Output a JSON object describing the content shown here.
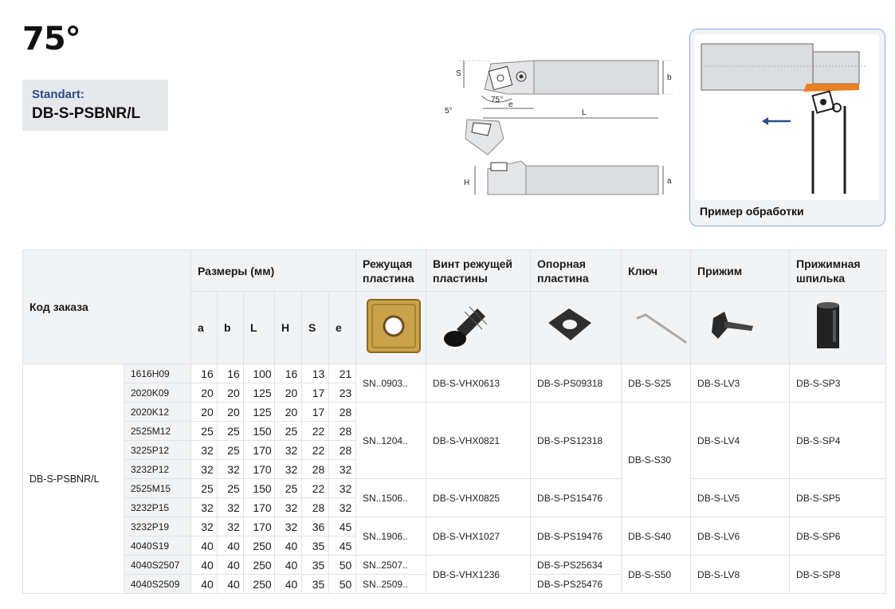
{
  "title": "75°",
  "standart": {
    "label": "Standart:",
    "code": "DB-S-PSBNR/L"
  },
  "drawing": {
    "S": "S",
    "b": "b",
    "e": "e",
    "L": "L",
    "H": "H",
    "a": "a",
    "angle75": "75°",
    "angle5": "5°"
  },
  "example": {
    "caption": "Пример обработки"
  },
  "table": {
    "order_code_header": "Код заказа",
    "dimensions_header": "Размеры (мм)",
    "dim_cols": [
      "a",
      "b",
      "L",
      "H",
      "S",
      "e"
    ],
    "col_headers": {
      "insert": "Режущая пластина",
      "screw": "Винт режущей пластины",
      "shim": "Опорная пластина",
      "key": "Ключ",
      "clamp": "Прижим",
      "pin": "Прижимная шпилька"
    },
    "main_code": "DB-S-PSBNR/L",
    "rows": [
      {
        "code": "1616H09",
        "a": "16",
        "b": "16",
        "L": "100",
        "H": "16",
        "S": "13",
        "e": "21"
      },
      {
        "code": "2020K09",
        "a": "20",
        "b": "20",
        "L": "125",
        "H": "20",
        "S": "17",
        "e": "23"
      },
      {
        "code": "2020K12",
        "a": "20",
        "b": "20",
        "L": "125",
        "H": "20",
        "S": "17",
        "e": "28"
      },
      {
        "code": "2525M12",
        "a": "25",
        "b": "25",
        "L": "150",
        "H": "25",
        "S": "22",
        "e": "28"
      },
      {
        "code": "3225P12",
        "a": "32",
        "b": "25",
        "L": "170",
        "H": "32",
        "S": "22",
        "e": "28"
      },
      {
        "code": "3232P12",
        "a": "32",
        "b": "32",
        "L": "170",
        "H": "32",
        "S": "28",
        "e": "32"
      },
      {
        "code": "2525M15",
        "a": "25",
        "b": "25",
        "L": "150",
        "H": "25",
        "S": "22",
        "e": "32"
      },
      {
        "code": "3232P15",
        "a": "32",
        "b": "32",
        "L": "170",
        "H": "32",
        "S": "28",
        "e": "32"
      },
      {
        "code": "3232P19",
        "a": "32",
        "b": "32",
        "L": "170",
        "H": "32",
        "S": "36",
        "e": "45"
      },
      {
        "code": "4040S19",
        "a": "40",
        "b": "40",
        "L": "250",
        "H": "40",
        "S": "35",
        "e": "45"
      },
      {
        "code": "4040S2507",
        "a": "40",
        "b": "40",
        "L": "250",
        "H": "40",
        "S": "35",
        "e": "50"
      },
      {
        "code": "4040S2509",
        "a": "40",
        "b": "40",
        "L": "250",
        "H": "40",
        "S": "35",
        "e": "50"
      }
    ],
    "inserts": [
      "SN..0903..",
      "SN..1204..",
      "SN..1506..",
      "SN..1906..",
      "SN..2507..",
      "SN..2509.."
    ],
    "screws": [
      "DB-S-VHX0613",
      "DB-S-VHX0821",
      "DB-S-VHX0825",
      "DB-S-VHX1027",
      "DB-S-VHX1236"
    ],
    "shims": [
      "DB-S-PS09318",
      "DB-S-PS12318",
      "DB-S-PS15476",
      "DB-S-PS19476",
      "DB-S-PS25634",
      "DB-S-PS25476"
    ],
    "keys": [
      "DB-S-S25",
      "DB-S-S30",
      "DB-S-S40",
      "DB-S-S50"
    ],
    "clamps": [
      "DB-S-LV3",
      "DB-S-LV4",
      "DB-S-LV5",
      "DB-S-LV6",
      "DB-S-LV8"
    ],
    "pins": [
      "DB-S-SP3",
      "DB-S-SP4",
      "DB-S-SP5",
      "DB-S-SP6",
      "DB-S-SP8"
    ]
  },
  "colors": {
    "accent_blue": "#2a4d86",
    "box_border": "#8aaed6",
    "header_bg": "#f1f3f5",
    "insert_gold": "#c9a24a",
    "chip_orange": "#e8801f"
  }
}
